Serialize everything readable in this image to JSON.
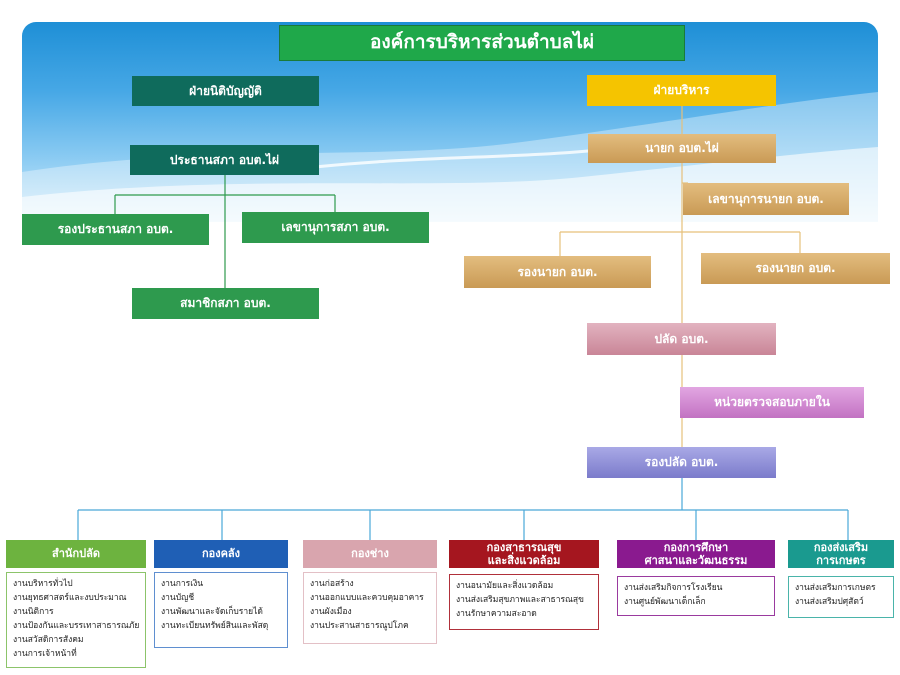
{
  "title": "องค์การบริหารส่วนตำบลไผ่",
  "legislative": {
    "head": "ฝ่ายนิติบัญญัติ",
    "chair": "ประธานสภา อบต.ไผ่",
    "vice_chair": "รองประธานสภา อบต.",
    "secretary": "เลขานุการสภา อบต.",
    "members": "สมาชิกสภา อบต."
  },
  "executive": {
    "head": "ฝ่ายบริหาร",
    "mayor": "นายก อบต.ไผ่",
    "secretary": "เลขานุการนายก อบต.",
    "deputy_left": "รองนายก อบต.",
    "deputy_right": "รองนายก อบต.",
    "palad": "ปลัด อบต.",
    "audit": "หน่วยตรวจสอบภายใน",
    "deputy_palad": "รองปลัด อบต."
  },
  "departments": [
    {
      "name": "สำนักปลัด",
      "color": "#6db33f",
      "items": [
        "งานบริหารทั่วไป",
        "งานยุทธศาสตร์และงบประมาณ",
        "งานนิติการ",
        "งานป้องกันและบรรเทาสาธารณภัย",
        "งานสวัสดิการสังคม",
        "งานการเจ้าหน้าที่"
      ]
    },
    {
      "name": "กองคลัง",
      "color": "#1f5fb5",
      "items": [
        "งานการเงิน",
        "งานบัญชี",
        "งานพัฒนาและจัดเก็บรายได้",
        "งานทะเบียนทรัพย์สินและพัสดุ"
      ]
    },
    {
      "name": "กองช่าง",
      "color": "#d9a5ae",
      "items": [
        "งานก่อสร้าง",
        "งานออกแบบและควบคุมอาคาร",
        "งานผังเมือง",
        "งานประสานสาธารณูปโภค"
      ]
    },
    {
      "name": "กองสาธารณสุข\nและสิ่งแวดล้อม",
      "color": "#a5161f",
      "items": [
        "งานอนามัยและสิ่งแวดล้อม",
        "งานส่งเสริมสุขภาพและสาธารณสุข",
        "งานรักษาความสะอาด"
      ]
    },
    {
      "name": "กองการศึกษา\nศาสนาและวัฒนธรรม",
      "color": "#8a1a8f",
      "items": [
        "งานส่งเสริมกิจการโรงเรียน",
        "งานศูนย์พัฒนาเด็กเล็ก"
      ]
    },
    {
      "name": "กองส่งเสริม\nการเกษตร",
      "color": "#1a9a8f",
      "items": [
        "งานส่งเสริมการเกษตร",
        "งานส่งเสริมปศุสัตว์"
      ]
    }
  ],
  "colors": {
    "title_bg": "#1fa84a",
    "legis_dark": "#0f6b5c",
    "legis_green": "#2e9a4e",
    "exec_yellow": "#f5c400",
    "exec_tan": "#d4a868",
    "palad_pink": "#d39aaa",
    "audit_purple": "#cf7fcf",
    "deputy_palad": "#8f8fd8"
  }
}
